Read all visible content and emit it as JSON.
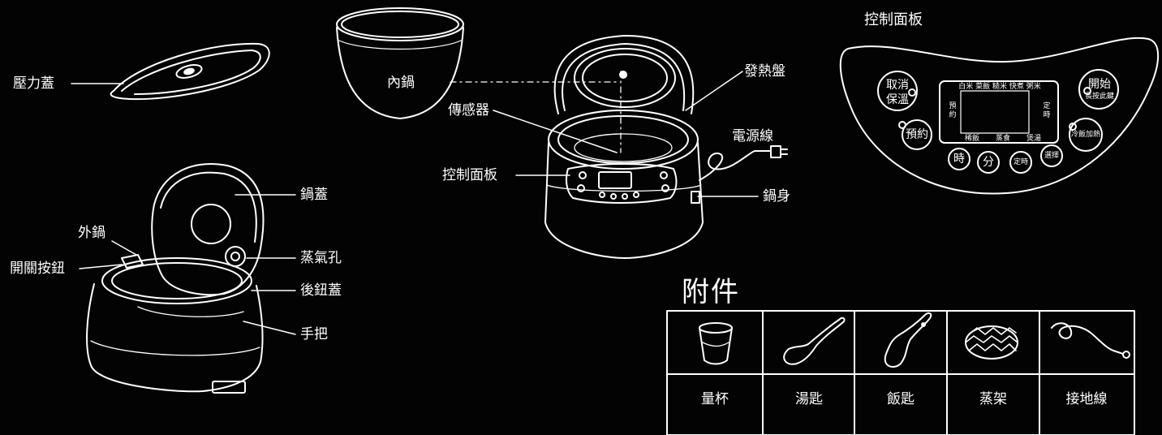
{
  "labels": {
    "pressure_lid": "壓力蓋",
    "inner_pot": "內鍋",
    "sensor": "傳感器",
    "heating_plate": "發熱盤",
    "power_cord": "電源線",
    "control_panel": "控制面板",
    "pot_body": "鍋身",
    "pot_lid": "鍋蓋",
    "outer_pot": "外鍋",
    "open_button": "開關按鈕",
    "steam_hole": "蒸氣孔",
    "rear_button_cover": "後鈕蓋",
    "handle": "手把"
  },
  "panel": {
    "title": "控制面板",
    "cancel": "取消",
    "keep_warm": "保溫",
    "start": "開始",
    "long_press": "長按此鍵",
    "reserve": "預約",
    "cold_cook": "冷飯加熱",
    "hour": "時",
    "minute": "分",
    "timer": "定時",
    "select": "選擇",
    "top_modes": "白米  菜飯  糙米  快煮  粥米",
    "left_tag": "預約",
    "right_tag": "定時",
    "bottom_modes": [
      "稀飯",
      "蒸食",
      "煲湯"
    ]
  },
  "accessories": {
    "title": "附件",
    "items": [
      {
        "name": "量杯",
        "icon": "measuring-cup-icon"
      },
      {
        "name": "湯匙",
        "icon": "soup-spoon-icon"
      },
      {
        "name": "飯匙",
        "icon": "rice-paddle-icon"
      },
      {
        "name": "蒸架",
        "icon": "steam-rack-icon"
      },
      {
        "name": "接地線",
        "icon": "ground-wire-icon"
      }
    ]
  }
}
